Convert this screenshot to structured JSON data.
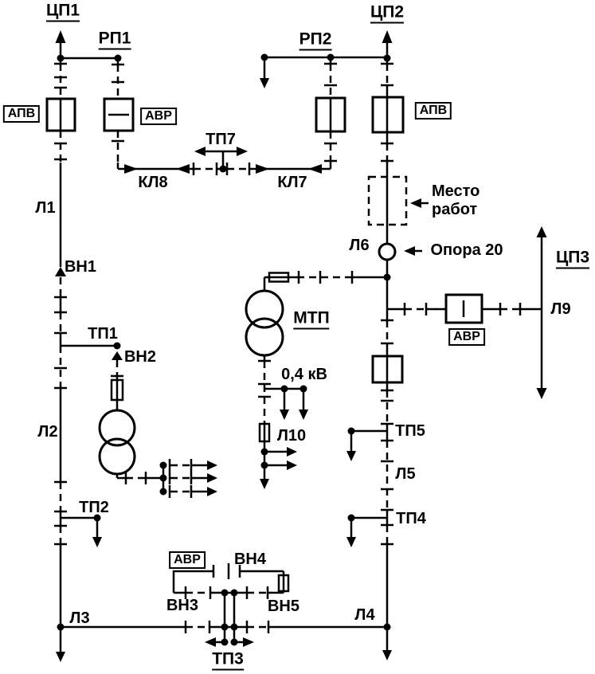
{
  "diagram": {
    "supply_centers": {
      "cp1": "ЦП1",
      "cp2": "ЦП2",
      "cp3": "ЦП3"
    },
    "distribution_points": {
      "rp1": "РП1",
      "rp2": "РП2"
    },
    "substations": {
      "tp1": "ТП1",
      "tp2": "ТП2",
      "tp3": "ТП3",
      "tp4": "ТП4",
      "tp5": "ТП5",
      "tp7": "ТП7",
      "mtp": "МТП"
    },
    "lines": {
      "l1": "Л1",
      "l2": "Л2",
      "l3": "Л3",
      "l4": "Л4",
      "l5": "Л5",
      "l6": "Л6",
      "l9": "Л9",
      "l10": "Л10"
    },
    "cables": {
      "kl7": "КЛ7",
      "kl8": "КЛ8"
    },
    "switches": {
      "vn1": "ВН1",
      "vn2": "ВН2",
      "vn3": "ВН3",
      "vn4": "ВН4",
      "vn5": "ВН5"
    },
    "automation": {
      "apv": "АПВ",
      "avr": "АВР"
    },
    "annotations": {
      "work_site_line1": "Место",
      "work_site_line2": "работ",
      "pole": "Опора 20",
      "low_voltage": "0,4 кВ"
    },
    "colors": {
      "ink": "#000000",
      "background": "#ffffff"
    }
  }
}
